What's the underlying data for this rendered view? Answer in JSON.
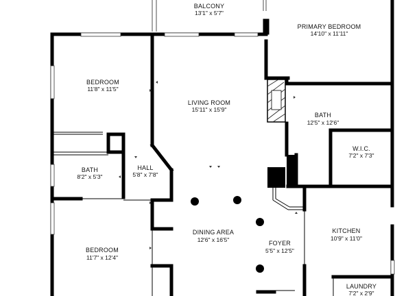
{
  "rooms": {
    "balcony": {
      "name": "BALCONY",
      "dims": "13'1\" x 5'7\""
    },
    "primary": {
      "name": "PRIMARY BEDROOM",
      "dims": "14'10\" x 11'11\""
    },
    "bedroom1": {
      "name": "BEDROOM",
      "dims": "11'8\" x 11'5\""
    },
    "living": {
      "name": "LIVING ROOM",
      "dims": "15'11\" x 15'9\""
    },
    "bath2": {
      "name": "BATH",
      "dims": "12'5\" x 12'6\""
    },
    "wic": {
      "name": "W.I.C.",
      "dims": "7'2\" x 7'3\""
    },
    "bath1": {
      "name": "BATH",
      "dims": "8'2\" x 5'3\""
    },
    "hall": {
      "name": "HALL",
      "dims": "5'8\" x 7'8\""
    },
    "bedroom2": {
      "name": "BEDROOM",
      "dims": "11'7\" x 12'4\""
    },
    "dining": {
      "name": "DINING AREA",
      "dims": "12'6\" x 16'5\""
    },
    "foyer": {
      "name": "FOYER",
      "dims": "5'5\" x 12'5\""
    },
    "kitchen": {
      "name": "KITCHEN",
      "dims": "10'9\" x 11'0\""
    },
    "laundry": {
      "name": "LAUNDRY",
      "dims": "7'2\" x 2'9\""
    }
  },
  "colors": {
    "wall": "#000000",
    "background": "#ffffff",
    "text": "#111111"
  }
}
